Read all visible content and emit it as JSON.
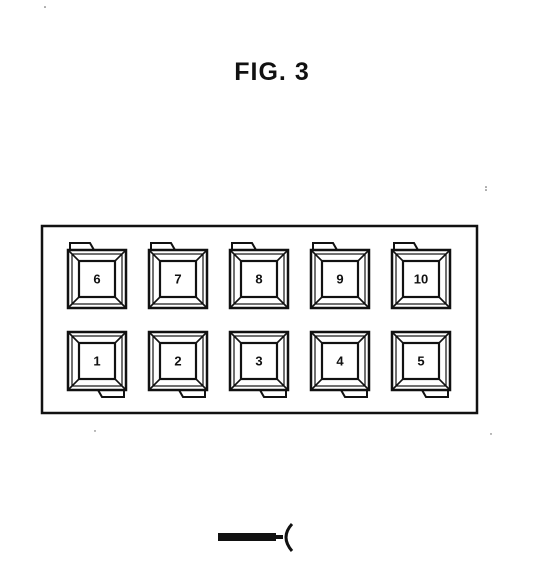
{
  "figure": {
    "title": "FIG. 3"
  },
  "connector": {
    "top_row": [
      "6",
      "7",
      "8",
      "9",
      "10"
    ],
    "bottom_row": [
      "1",
      "2",
      "3",
      "4",
      "5"
    ]
  },
  "colors": {
    "line": "#111111",
    "background": "#ffffff"
  },
  "icons": {
    "terminal_symbol": "plug-terminal-icon"
  }
}
